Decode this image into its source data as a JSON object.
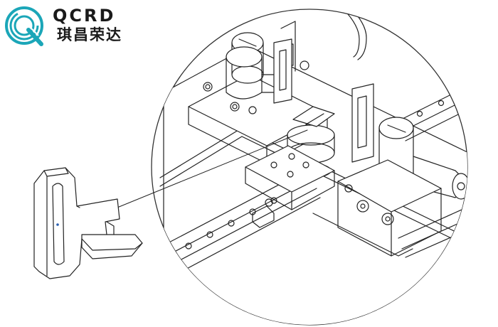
{
  "logo": {
    "brand_latin": "QCRD",
    "brand_chinese": "琪昌荣达",
    "mark_color": "#1ba6b8",
    "mark_letter": "Q"
  },
  "drawing": {
    "line_color": "#222222",
    "components": [
      "detail-view-circle",
      "linear-guide-rail",
      "cylinder-clamp-left",
      "cylinder-clamp-right",
      "rotary-hub",
      "slide-block",
      "air-tube",
      "leader-line",
      "slotted-bracket-part"
    ]
  }
}
